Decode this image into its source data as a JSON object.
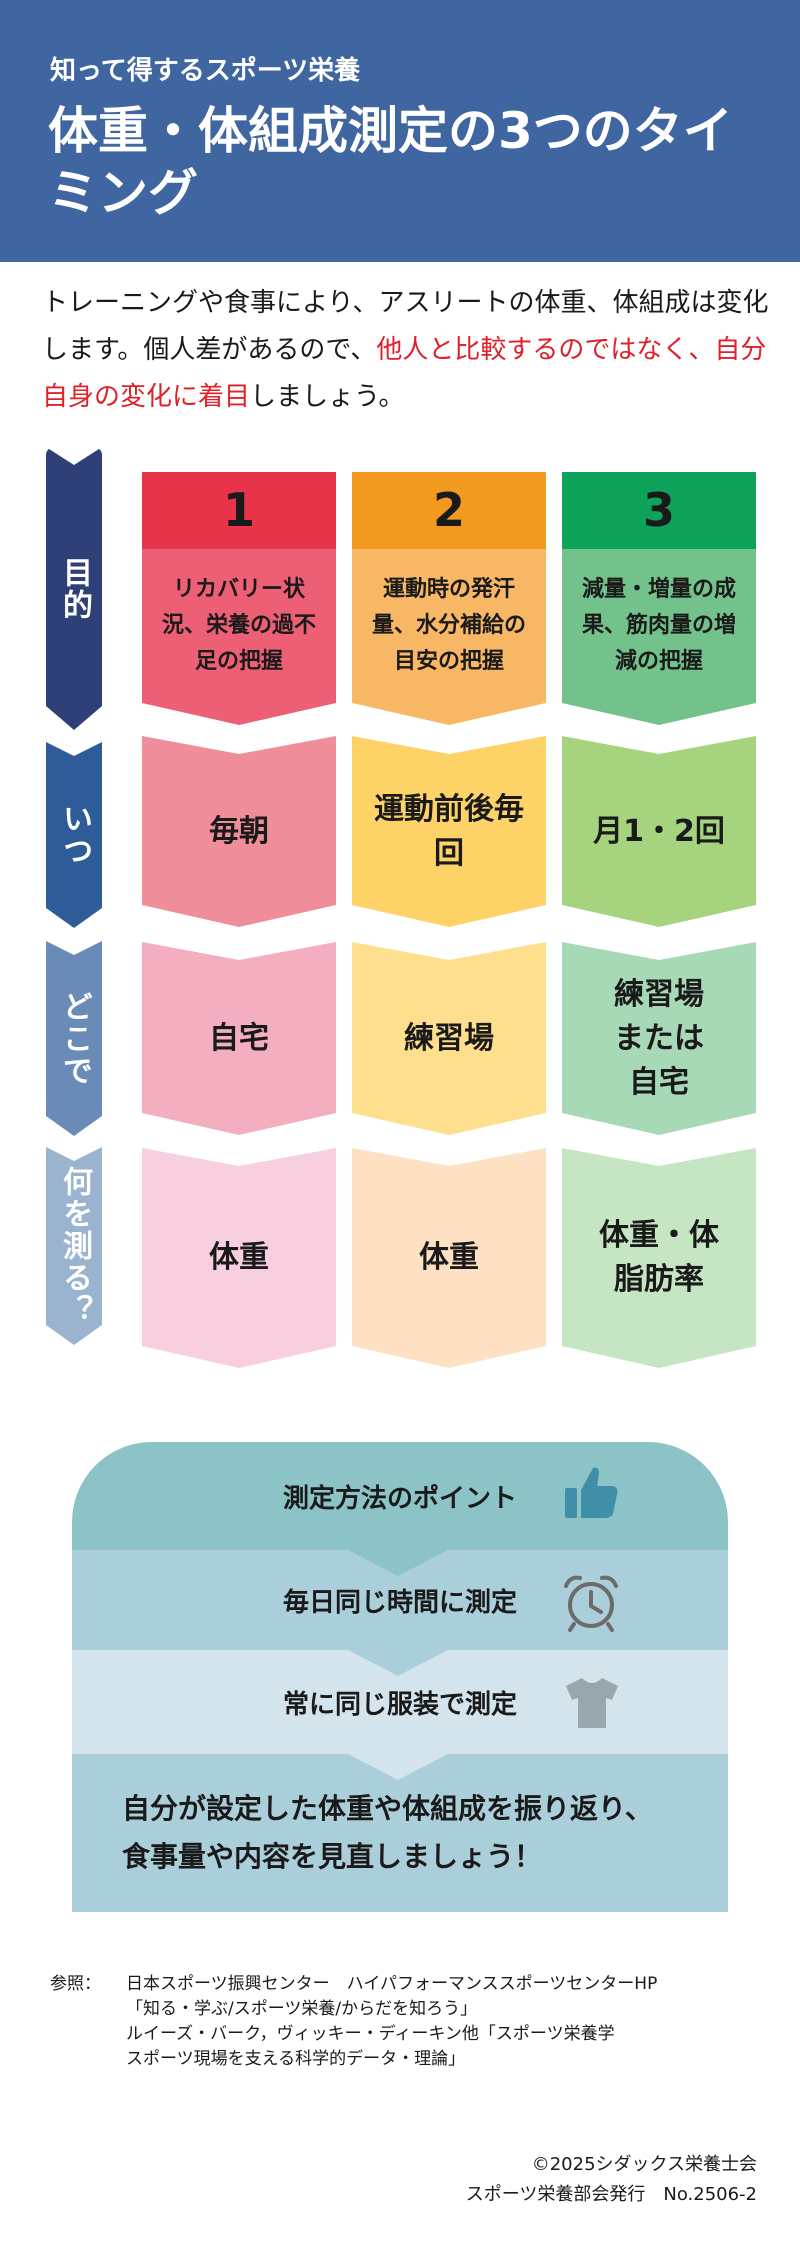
{
  "header": {
    "series": "知って得するスポーツ栄養",
    "title": "体重・体組成測定の3つのタイミング"
  },
  "intro": {
    "text1": "トレーニングや食事により、アスリートの体重、体組成は変化します。個人差があるので、",
    "highlight": "他人と比較するのではなく、自分自身の変化に着目",
    "text2": "しましょう。"
  },
  "rows": {
    "purpose": "目的",
    "when": "いつ",
    "where": "どこで",
    "what": "何を測る？"
  },
  "columns": [
    {
      "number": "1",
      "purpose": "リカバリー状況、栄養の過不足の把握",
      "when": "毎朝",
      "where": "自宅",
      "what": "体重"
    },
    {
      "number": "2",
      "purpose": "運動時の発汗量、水分補給の目安の把握",
      "when": "運動前後毎回",
      "where": "練習場",
      "what": "体重"
    },
    {
      "number": "3",
      "purpose": "減量・増量の成果、筋肉量の増減の把握",
      "when": "月1・2回",
      "where": "練習場または自宅",
      "what": "体重・体脂肪率"
    }
  ],
  "points": {
    "title": "測定方法のポイント",
    "item1": "毎日同じ時間に測定",
    "item2": "常に同じ服装で測定",
    "conclusion": "自分が設定した体重や体組成を振り返り、食事量や内容を見直しましょう！",
    "icons": [
      "thumbs-up-icon",
      "alarm-clock-icon",
      "t-shirt-icon"
    ]
  },
  "references": {
    "label": "参照：",
    "line1": "日本スポーツ振興センター　ハイパフォーマンススポーツセンターHP",
    "line2": "「知る・学ぶ/スポーツ栄養/からだを知ろう」",
    "line3": "ルイーズ・バーク，ヴィッキー・ディーキン他「スポーツ栄養学",
    "line4": "スポーツ現場を支える科学的データ・理論」"
  },
  "footer": {
    "copyright": "©2025シダックス栄養士会",
    "issue": "スポーツ栄養部会発行　No.2506-2"
  },
  "colors": {
    "header_bg": "#3f66a0",
    "col1": [
      "#e8344a",
      "#ec5f74",
      "#ef8d9b",
      "#f3aec0",
      "#f8cfe0"
    ],
    "col2": [
      "#f29a1f",
      "#f7b765",
      "#fdd267",
      "#fedf8e",
      "#fde1c2"
    ],
    "col3": [
      "#0ea25a",
      "#73c28c",
      "#a6d47e",
      "#a7d9b7",
      "#c5e5c3"
    ],
    "highlight_red": "#e0202a"
  }
}
